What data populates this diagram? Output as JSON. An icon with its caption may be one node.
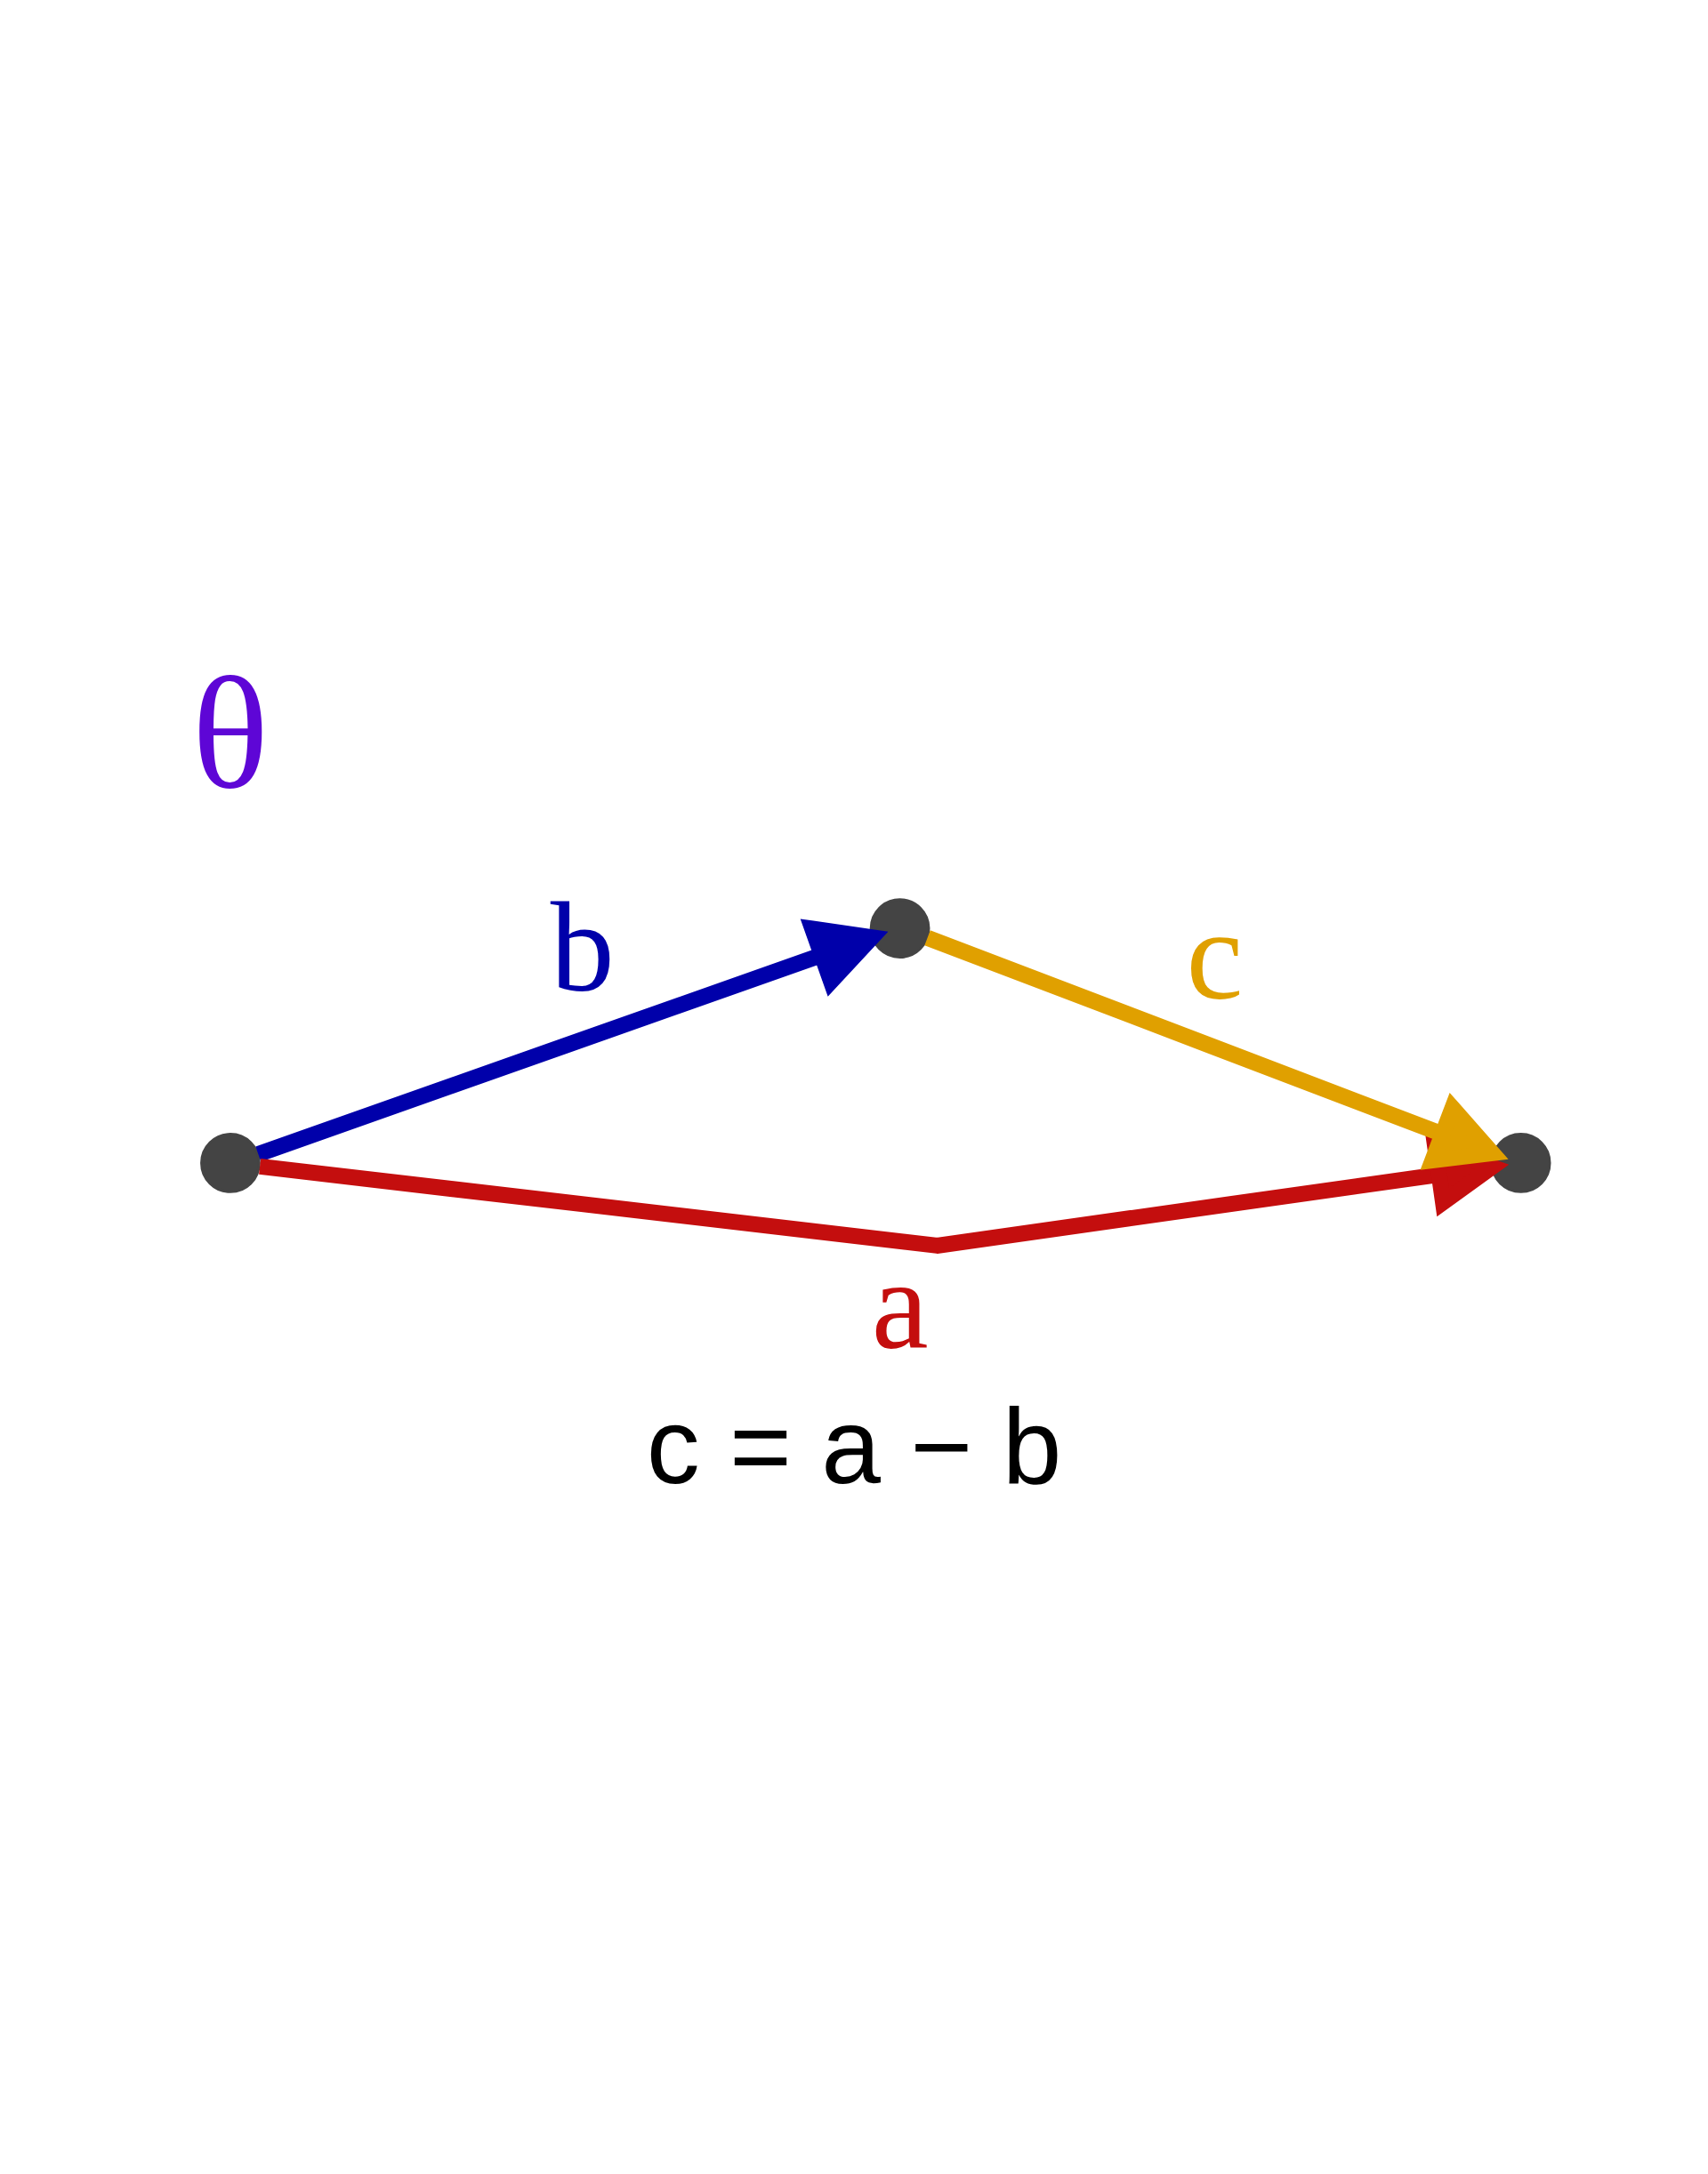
{
  "diagram": {
    "caption": "c = a − b",
    "nodes": [
      {
        "text": [],
        "shape": "point"
      },
      {
        "text": [],
        "shape": "point"
      },
      {
        "text": [],
        "shape": "point"
      }
    ],
    "edges": [
      {
        "from": 0,
        "to": 2,
        "arrow": "to",
        "label": "a",
        "color": "#c40e0e"
      },
      {
        "from": 0,
        "to": 1,
        "arrow": "to",
        "label": "b",
        "color": "#0000aa"
      },
      {
        "from": 1,
        "to": 2,
        "arrow": "to",
        "label": "c",
        "color": "#e0a000"
      }
    ],
    "labels": [
      "θ"
    ]
  }
}
